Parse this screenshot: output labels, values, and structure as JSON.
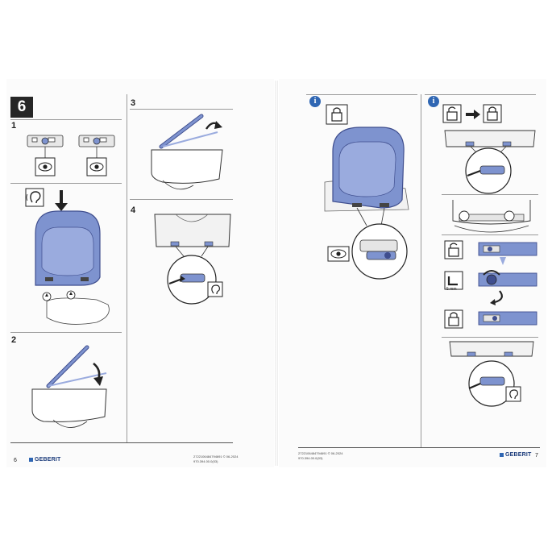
{
  "left_page": {
    "section_number": "6",
    "steps": {
      "s1": "1",
      "s2": "2",
      "s3": "3",
      "s4": "4"
    },
    "page_number": "6",
    "brand": "GEBERIT",
    "doc_code_line1": "2722106484794691 © 06-2024",
    "doc_code_line2": "970.394.00.0(03)"
  },
  "right_page": {
    "info_icon_label": "i",
    "page_number": "7",
    "brand": "GEBERIT",
    "doc_code_line1": "2722106484794691 © 06-2024",
    "doc_code_line2": "970.394.00.0(03)",
    "hex_key_label": "5 mm"
  },
  "colors": {
    "seat_blue": "#7e93cf",
    "seat_outline": "#3f4e8e",
    "info_blue": "#2f66b3",
    "line": "#222222"
  },
  "icons": [
    "eye-icon",
    "ear-icon",
    "lock-icon",
    "unlock-icon",
    "arrow-icon",
    "hex-key-icon",
    "info-icon"
  ]
}
